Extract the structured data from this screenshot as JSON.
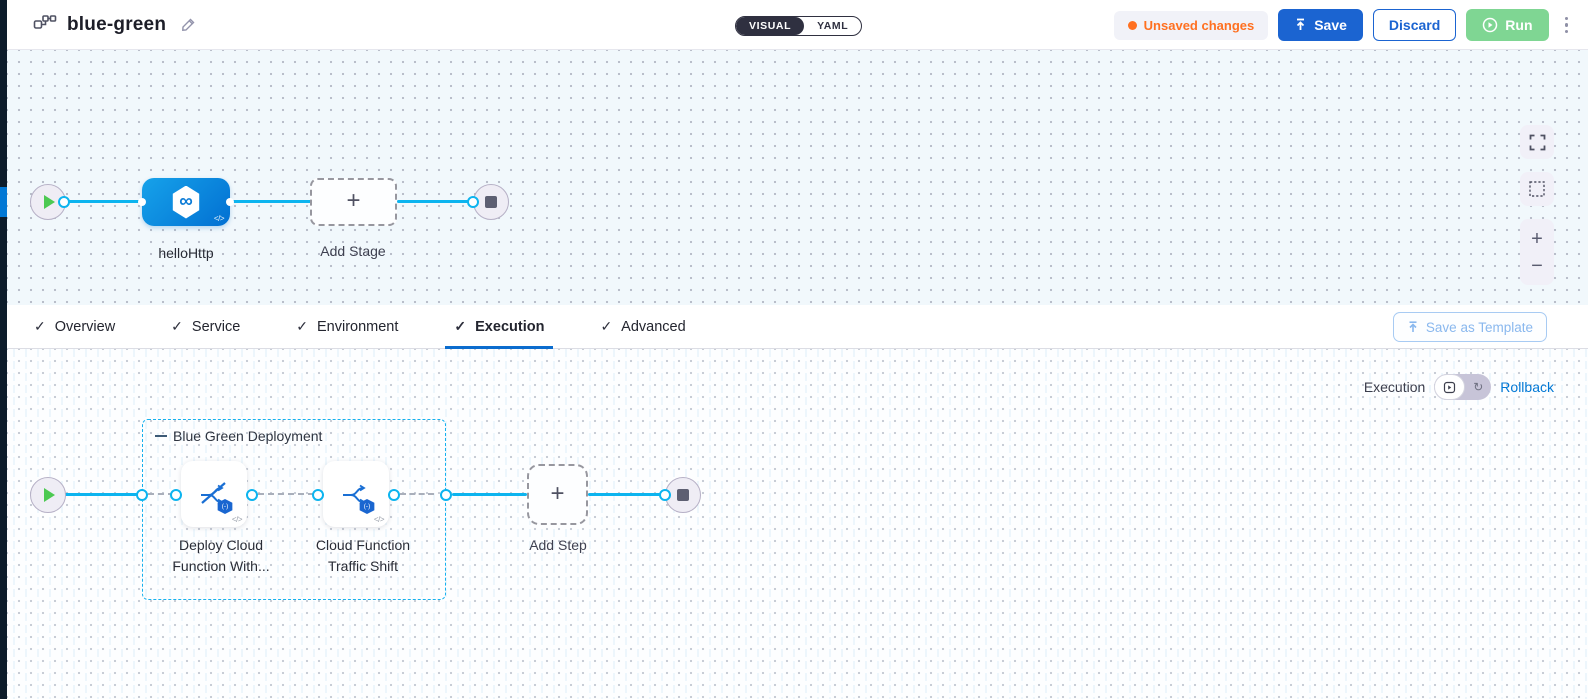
{
  "header": {
    "title": "blue-green",
    "view_toggle": {
      "visual": "VISUAL",
      "yaml": "YAML"
    },
    "unsaved_badge": "Unsaved changes",
    "save_label": "Save",
    "discard_label": "Discard",
    "run_label": "Run"
  },
  "stage_canvas": {
    "stage_label": "helloHttp",
    "add_stage_label": "Add Stage"
  },
  "tabs": {
    "items": [
      {
        "label": "Overview"
      },
      {
        "label": "Service"
      },
      {
        "label": "Environment"
      },
      {
        "label": "Execution"
      },
      {
        "label": "Advanced"
      }
    ],
    "save_as_template_label": "Save as Template"
  },
  "execution": {
    "mode_label": "Execution",
    "rollback_label": "Rollback",
    "group_title": "Blue Green Deployment",
    "steps": [
      {
        "line1": "Deploy Cloud",
        "line2": "Function With..."
      },
      {
        "line1": "Cloud Function",
        "line2": "Traffic Shift"
      }
    ],
    "add_step_label": "Add Step"
  },
  "glyphs": {
    "plus": "+",
    "minus": "−",
    "infinity": "∞",
    "code": "</>",
    "check": "✓",
    "badge": "(-)",
    "rollback_arrow": "↻"
  },
  "colors": {
    "accent_blue": "#0278d5",
    "edge_cyan": "#0cb4ef",
    "save_blue": "#1b64d1",
    "run_green": "#7fd693",
    "warning_orange": "#ff7020",
    "rail_navy": "#0d1c2b"
  }
}
